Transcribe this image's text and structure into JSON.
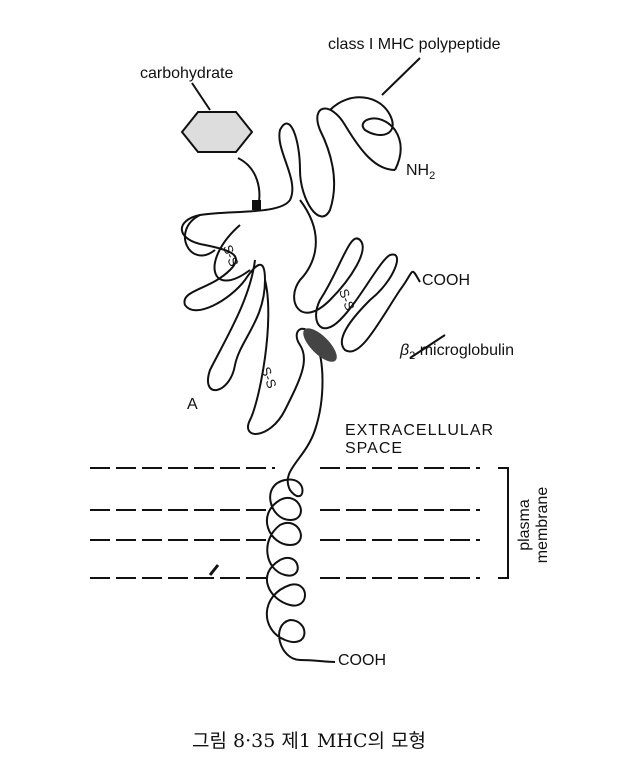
{
  "labels": {
    "class_i": "class I MHC polypeptide",
    "carbohydrate": "carbohydrate",
    "nh2": "NH",
    "nh2_sub": "2",
    "cooh_top": "COOH",
    "beta": "β",
    "beta_sub": "2",
    "microglobulin": " microglobulin",
    "a": "A",
    "extracellular_1": "EXTRACELLULAR",
    "extracellular_2": "SPACE",
    "plasma": "plasma",
    "membrane": "membrane",
    "cooh_bottom": "COOH",
    "ss": "S-S"
  },
  "caption": "그림 8·35  제1 MHC의 모형"
}
